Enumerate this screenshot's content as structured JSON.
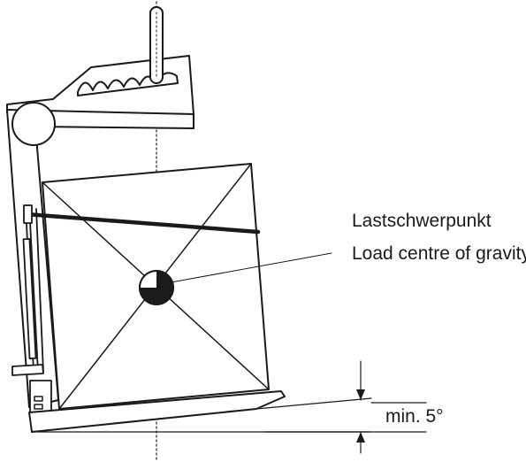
{
  "diagram": {
    "labels": {
      "center_of_gravity_de": "Lastschwerpunkt",
      "center_of_gravity_en": "Load centre of gravity",
      "tilt_angle": "min. 5°"
    }
  }
}
